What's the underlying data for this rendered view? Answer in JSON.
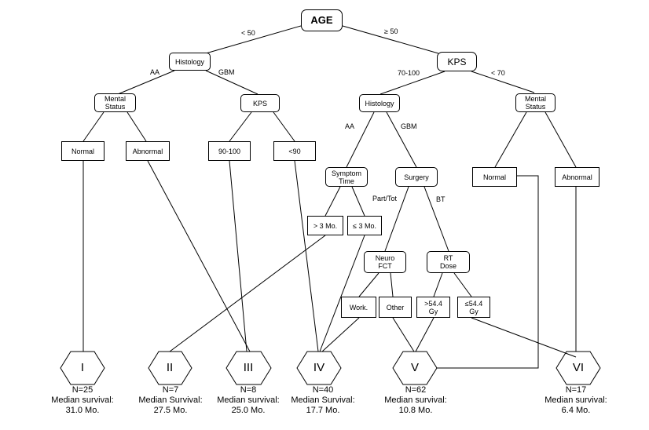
{
  "nodes": {
    "age": "AGE",
    "histology_left": "Histology",
    "kps_right": "KPS",
    "mental_status_left": "Mental\nStatus",
    "kps_left": "KPS",
    "histology_mid": "Histology",
    "mental_status_right": "Mental\nStatus",
    "normal_left": "Normal",
    "abnormal_left": "Abnormal",
    "kps_90_100": "90-100",
    "kps_lt90": "<90",
    "symptom_time": "Symptom\nTime",
    "surgery": "Surgery",
    "normal_right": "Normal",
    "abnormal_right": "Abnormal",
    "gt3mo": "> 3 Mo.",
    "le3mo": "≤ 3 Mo.",
    "neuro_fct": "Neuro\nFCT",
    "rt_dose": "RT\nDose",
    "work": "Work.",
    "other": "Other",
    "gt54gy": ">54.4\nGy",
    "le54gy": "≤54.4\nGy"
  },
  "edge_labels": {
    "lt50": "< 50",
    "ge50": "≥ 50",
    "aa_left": "AA",
    "gbm_left": "GBM",
    "kps_70_100": "70-100",
    "kps_lt70": "< 70",
    "aa_mid": "AA",
    "gbm_mid": "GBM",
    "part_tot": "Part/Tot",
    "bt": "BT"
  },
  "classes": [
    {
      "numeral": "I",
      "n": "N=25",
      "label": "Median survival:",
      "value": "31.0 Mo."
    },
    {
      "numeral": "II",
      "n": "N=7",
      "label": "Median Survival:",
      "value": "27.5 Mo."
    },
    {
      "numeral": "III",
      "n": "N=8",
      "label": "Median survival:",
      "value": "25.0 Mo."
    },
    {
      "numeral": "IV",
      "n": "N=40",
      "label": "Median Survival:",
      "value": "17.7 Mo."
    },
    {
      "numeral": "V",
      "n": "N=62",
      "label": "Median survival:",
      "value": "10.8 Mo."
    },
    {
      "numeral": "VI",
      "n": "N=17",
      "label": "Median survival:",
      "value": "6.4 Mo."
    }
  ]
}
